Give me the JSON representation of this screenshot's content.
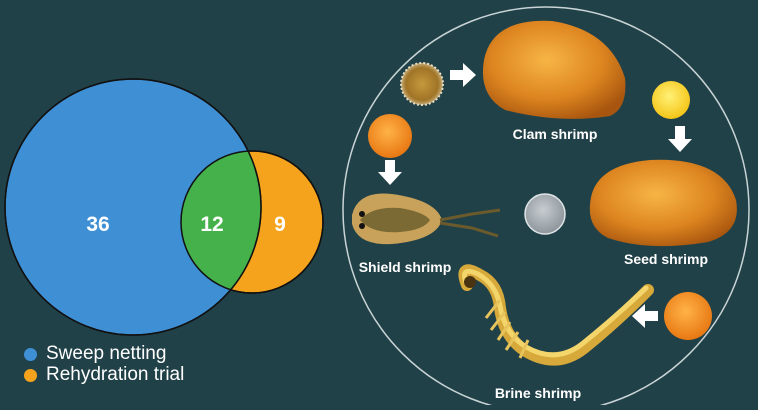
{
  "venn": {
    "left_count": "36",
    "overlap_count": "12",
    "right_count": "9",
    "colors": {
      "left": "#3f8fd4",
      "overlap": "#45b14a",
      "right": "#f5a31c"
    }
  },
  "legend": [
    {
      "label": "Sweep netting",
      "color": "#3f8fd4"
    },
    {
      "label": "Rehydration trial",
      "color": "#f5a31c"
    }
  ],
  "cycle": {
    "clam_label": "Clam shrimp",
    "seed_label": "Seed shrimp",
    "brine_label": "Brine shrimp",
    "shield_label": "Shield shrimp"
  }
}
